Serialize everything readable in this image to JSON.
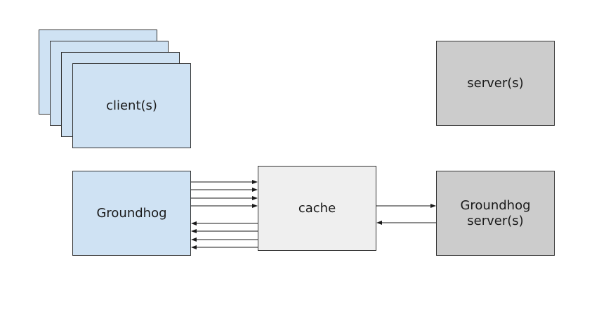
{
  "diagram": {
    "clients": {
      "label": "client(s)"
    },
    "servers": {
      "label": "server(s)"
    },
    "groundhog": {
      "label": "Groundhog"
    },
    "cache": {
      "label": "cache"
    },
    "groundhog_servers": {
      "label": "Groundhog\nserver(s)"
    },
    "colors": {
      "client_fill": "#cfe2f3",
      "server_fill": "#cccccc",
      "cache_fill": "#efefef",
      "stroke": "#333333"
    }
  }
}
